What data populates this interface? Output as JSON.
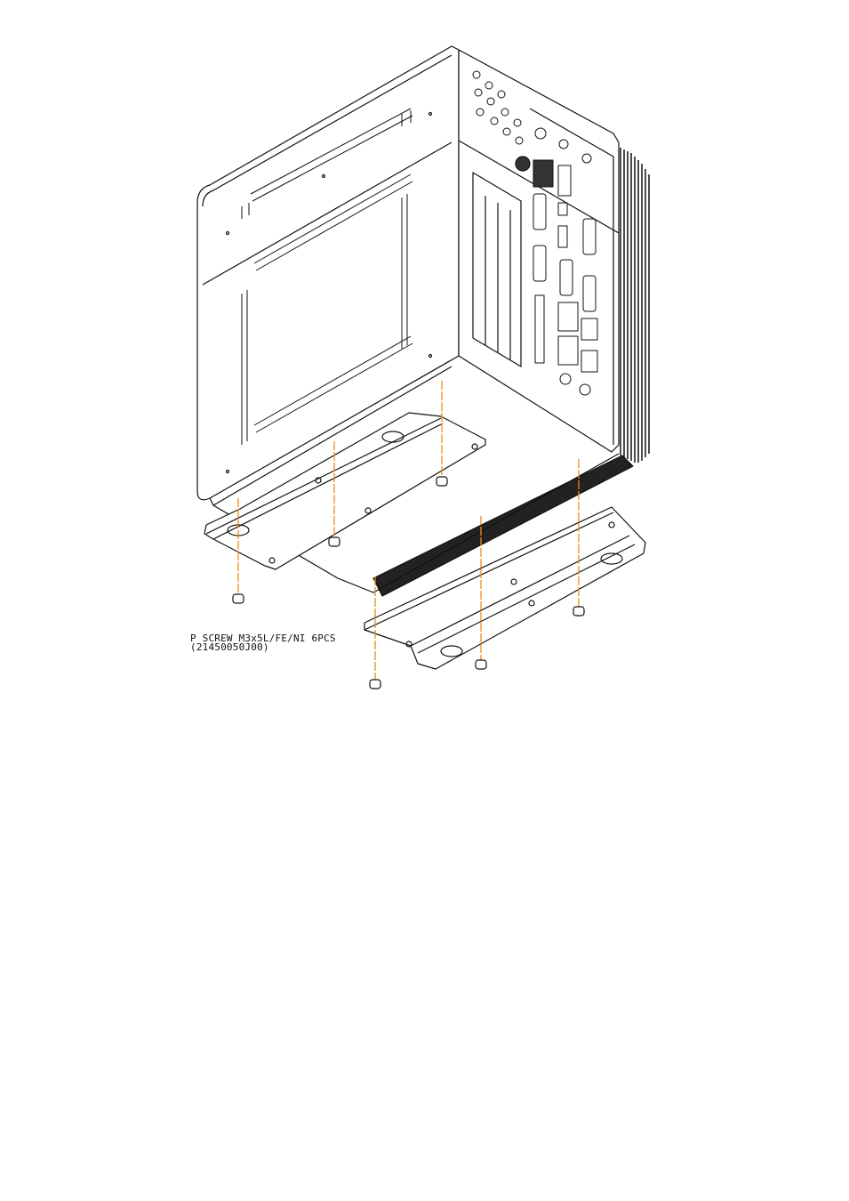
{
  "diagram": {
    "subject": "Embedded PC chassis with wall-mount brackets (exploded view)",
    "colors": {
      "line": "#111111",
      "background": "#ffffff",
      "screw_axis": "#f08a1c"
    },
    "parts": [
      {
        "name": "chassis",
        "label": ""
      },
      {
        "name": "bracket-left",
        "label": ""
      },
      {
        "name": "bracket-right",
        "label": ""
      },
      {
        "name": "screws",
        "count": 6
      }
    ],
    "callout": {
      "line1": "P SCREW_M3x5L/FE/NI 6PCS",
      "line2": "(21450050J00)"
    }
  }
}
